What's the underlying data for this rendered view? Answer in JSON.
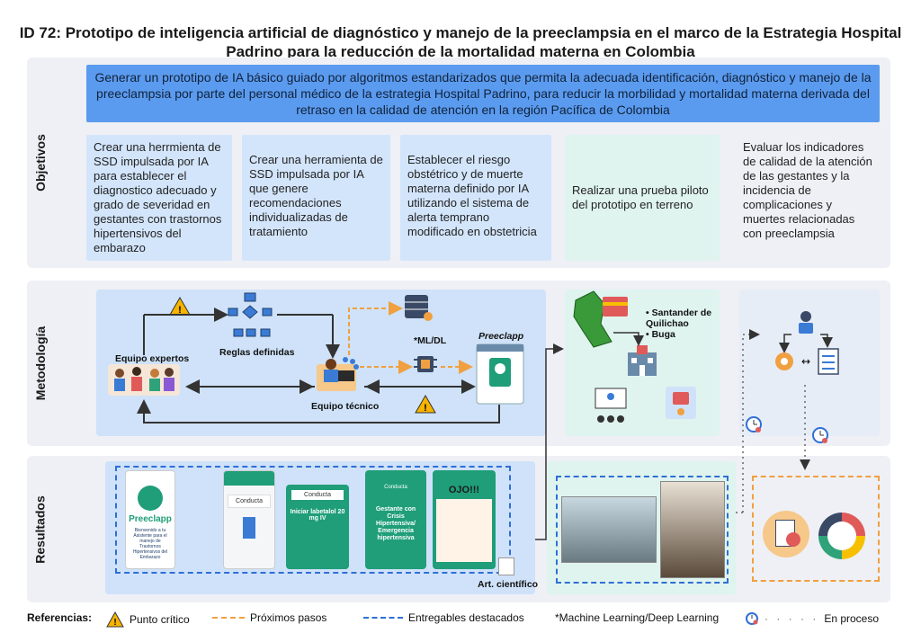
{
  "title": "ID 72:  Prototipo de inteligencia artificial de diagnóstico y manejo de la preeclampsia en el marco de la Estrategia Hospital Padrino para la reducción de la mortalidad materna en Colombia",
  "sections": {
    "objetivos": "Objetivos",
    "metodologia": "Metodología",
    "resultados": "Resultados"
  },
  "goal": "Generar un prototipo de IA básico guiado por algoritmos estandarizados que permita la adecuada identificación, diagnóstico y manejo de la preeclampsia por parte del personal médico de la estrategia Hospital Padrino, para reducir la morbilidad y mortalidad materna derivada del retraso en la calidad de atención en la región Pacífica de Colombia",
  "objectives": [
    "Crear una herrmienta  de SSD impulsada por IA para establecer el diagnostico adecuado y grado de severidad en gestantes con trastornos hipertensivos del embarazo",
    "Crear una herramienta de SSD impulsada por IA que genere recomendaciones individualizadas de tratamiento",
    "Establecer el riesgo obstétrico y de muerte materna definido por IA utilizando el sistema de alerta temprano modificado en obstetricia",
    "Realizar una prueba piloto del prototipo en terreno",
    "Evaluar los indicadores de calidad de la atención de las gestantes y la incidencia de complicaciones y muertes relacionadas con preeclampsia"
  ],
  "methodology": {
    "experts": "Equipo expertos",
    "rules": "Reglas definidas",
    "tech_team": "Equipo técnico",
    "mldl": "*ML/DL",
    "app": "Preeclapp",
    "sites": [
      "• Santander de Quilichao",
      "• Buga"
    ]
  },
  "results": {
    "splash_title": "Preeclapp",
    "splash_sub": "Bienvenido a tu Asistente para el manejo de Trastornos Hipertensivos del Embarazo",
    "s2_head": "Conducta",
    "s3_head": "Conducta",
    "s3_body": "Iniciar labetalol 20 mg IV",
    "s4_head": "Conducta",
    "s4_body": "Gestante con Crisis Hipertensiva/ Emergencia hipertensiva",
    "s5_head": "OJO!!!",
    "article": "Art. científico"
  },
  "legend": {
    "title": "Referencias:",
    "critical": "Punto crítico",
    "next": "Próximos pasos",
    "deliverables": "Entregables  destacados",
    "mldl": "*Machine Learning/Deep Learning",
    "progress": "En proceso"
  },
  "colors": {
    "goal": "#5b9bef",
    "blue_box": "#d3e5fb",
    "green_box": "#dff4ee",
    "band": "#eef0f5",
    "orange": "#f0a040",
    "deliverable": "#2f6fd6",
    "app_green": "#1f9e79"
  }
}
